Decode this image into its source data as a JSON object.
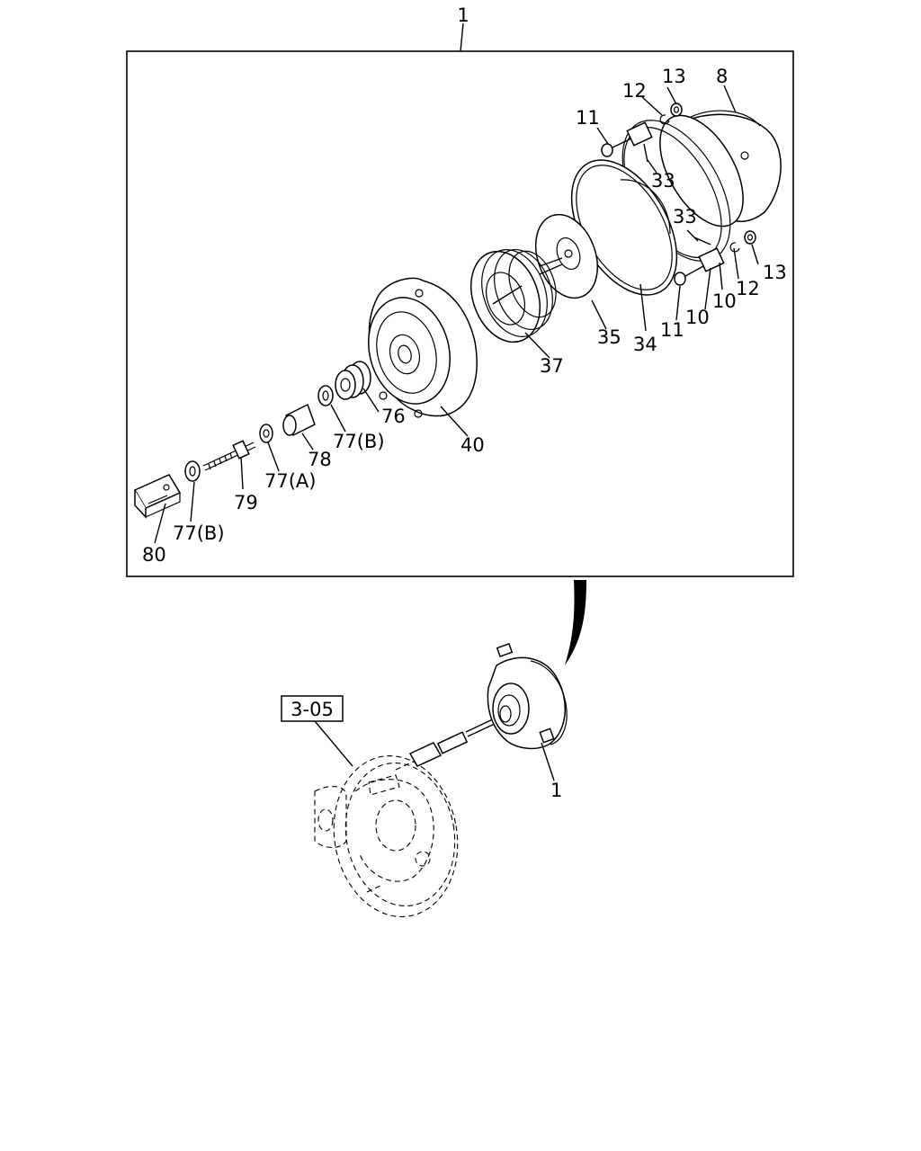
{
  "assembly_callout": "1",
  "reference_box": "3-05",
  "part_labels": {
    "p1_installed": "1",
    "p8": "8",
    "p10a": "10",
    "p10b": "10",
    "p11a": "11",
    "p11b": "11",
    "p12a": "12",
    "p12b": "12",
    "p13a": "13",
    "p13b": "13",
    "p33a": "33",
    "p33b": "33",
    "p34": "34",
    "p35": "35",
    "p37": "37",
    "p40": "40",
    "p76": "76",
    "p77a": "77(A)",
    "p77b1": "77(B)",
    "p77b2": "77(B)",
    "p78": "78",
    "p79": "79",
    "p80": "80"
  }
}
